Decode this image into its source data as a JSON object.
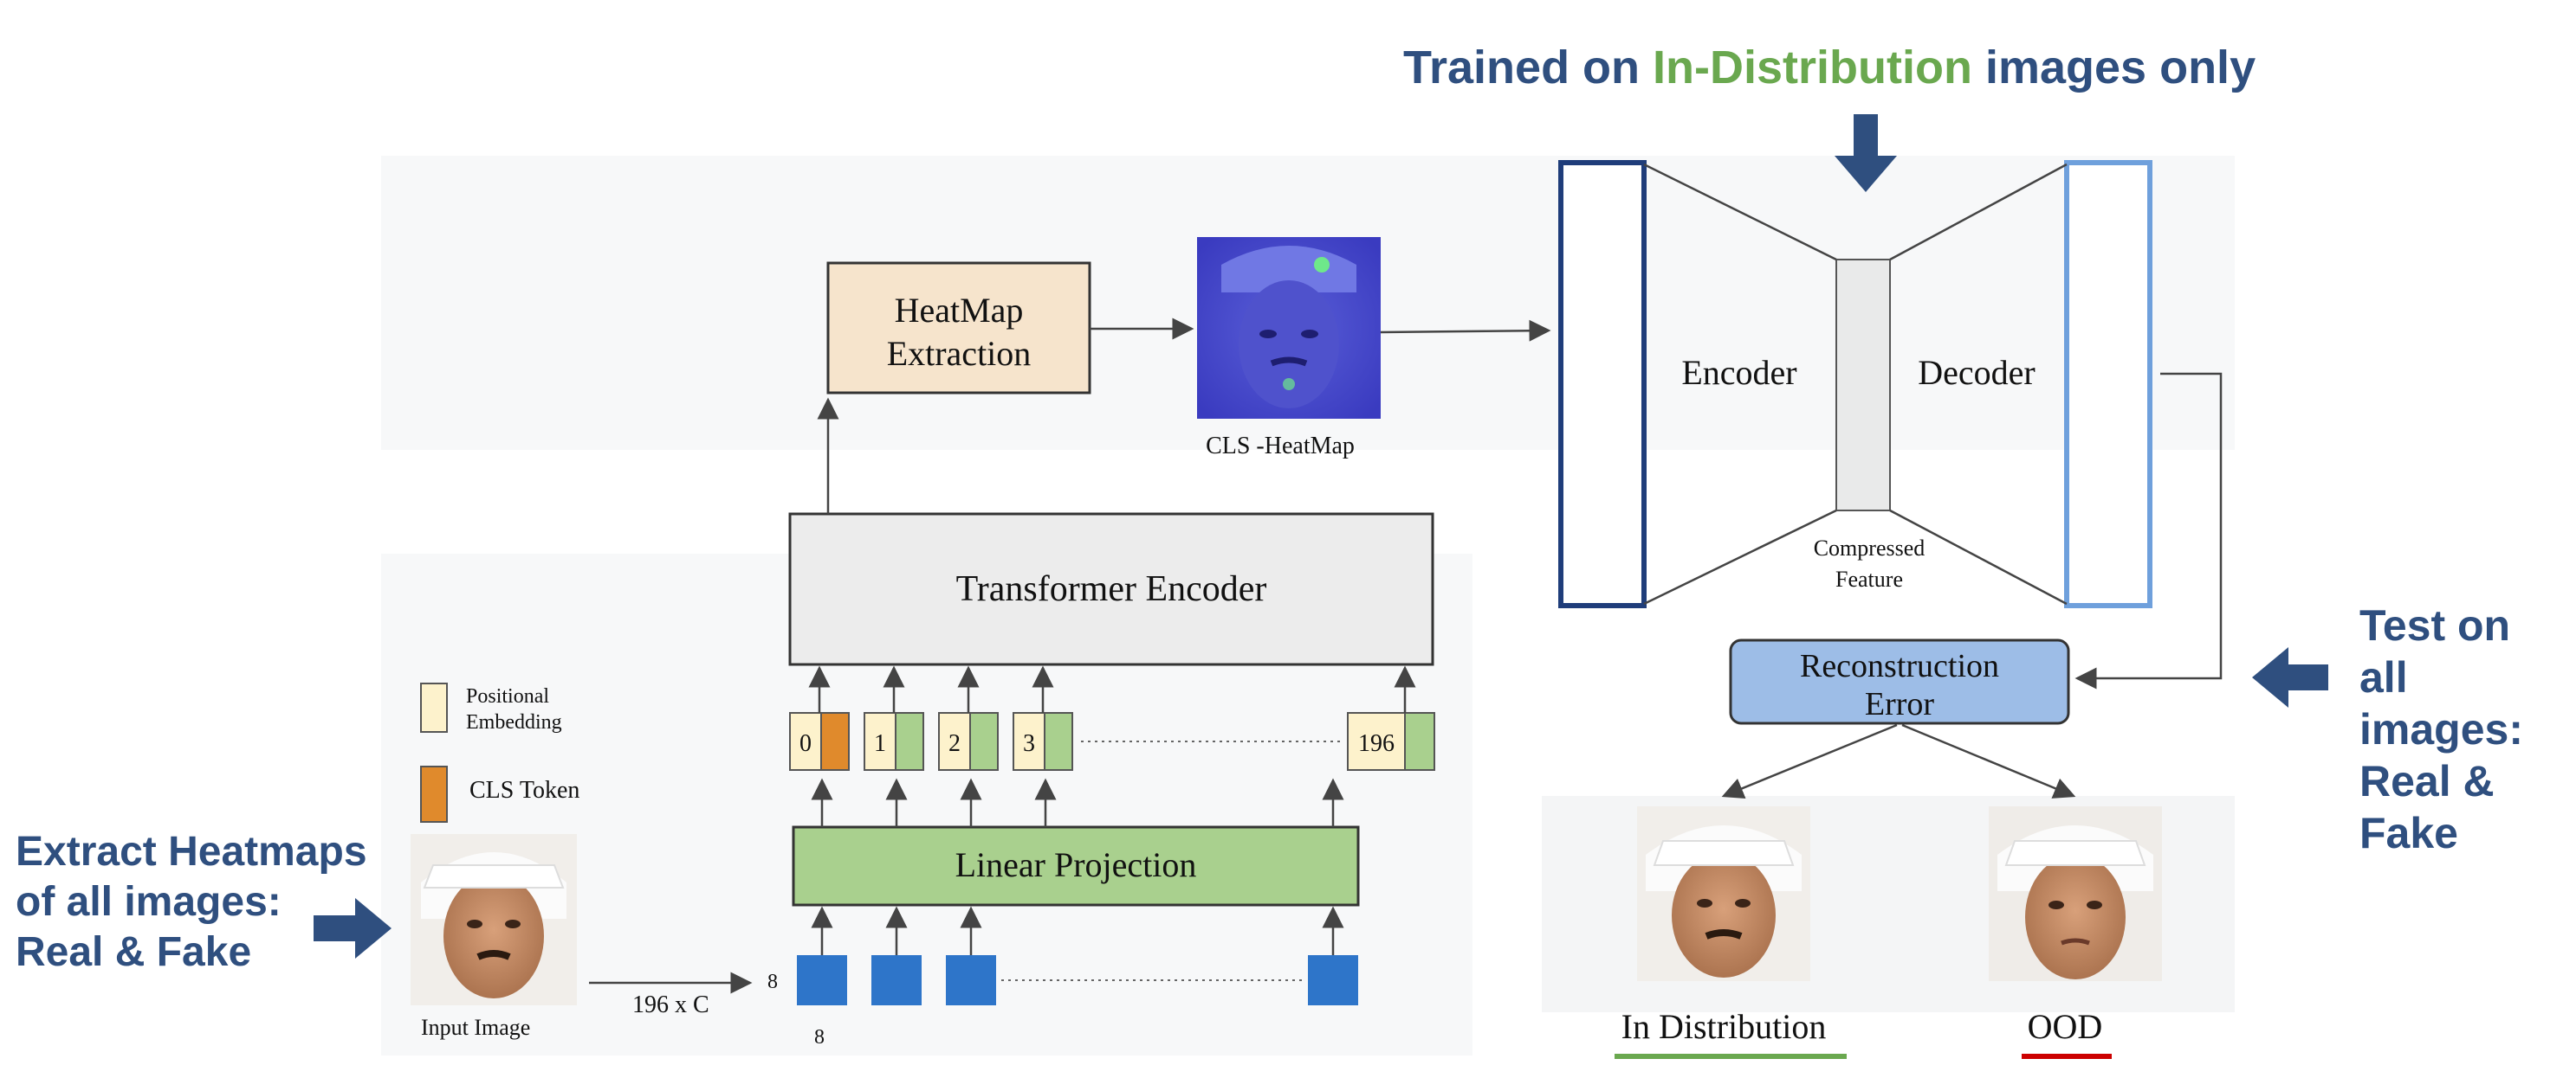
{
  "header": {
    "part1": "Trained on ",
    "part2": "In-Distribution",
    "part3": " images only",
    "color_main": "#2f4f7f",
    "color_highlight": "#6aa84f"
  },
  "left_note": {
    "line1": "Extract Heatmaps",
    "line2": "of all images:",
    "line3": "Real & Fake"
  },
  "right_note": {
    "line1": "Test on",
    "line2": "all",
    "line3": "images:",
    "line4": "Real &",
    "line5": "Fake"
  },
  "legend": {
    "positional_line1": "Positional",
    "positional_line2": "Embedding",
    "cls_token": "CLS Token"
  },
  "blocks": {
    "heatmap_line1": "HeatMap",
    "heatmap_line2": "Extraction",
    "transformer": "Transformer Encoder",
    "linear": "Linear Projection",
    "encoder": "Encoder",
    "decoder": "Decoder",
    "compressed_line1": "Compressed",
    "compressed_line2": "Feature",
    "recon_line1": "Reconstruction",
    "recon_line2": "Error"
  },
  "labels": {
    "cls_heatmap": "CLS -HeatMap",
    "input_image": "Input Image",
    "patch_dims": "196 x C",
    "patch_h": "8",
    "patch_w": "8",
    "in_distribution": "In Distribution",
    "ood": "OOD"
  },
  "tokens": [
    "0",
    "1",
    "2",
    "3",
    "196"
  ],
  "colors": {
    "heatmap_block": "#f6e4cc",
    "transformer_block": "#ececec",
    "linear_block": "#a9d08e",
    "positional": "#fdf2cc",
    "cls_token": "#e08a2c",
    "patch": "#2e75c9",
    "recon_block": "#9dbde7",
    "encoder_border": "#1f3d7a",
    "decoder_border": "#6fa0dc",
    "in_dist_underline": "#6aa84f",
    "ood_underline": "#cc0000"
  }
}
